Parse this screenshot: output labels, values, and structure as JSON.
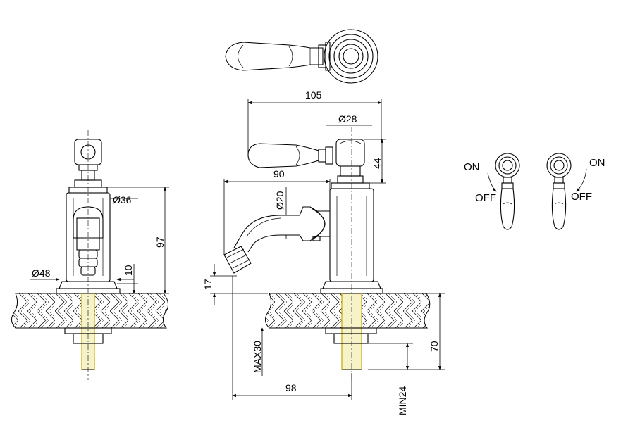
{
  "views": {
    "top": {
      "name": "top-view"
    },
    "front": {
      "name": "front-view",
      "dims": {
        "d36": "Ø36",
        "d48": "Ø48",
        "h97": "97",
        "h10": "10"
      }
    },
    "side": {
      "name": "side-view",
      "dims": {
        "w105": "105",
        "d28": "Ø28",
        "h44": "44",
        "w90": "90",
        "d20": "Ø20",
        "h17": "17",
        "max30": "MAX30",
        "w98": "98",
        "h70": "70",
        "min24": "MIN24"
      }
    },
    "operation": {
      "left": {
        "on": "ON",
        "off": "OFF"
      },
      "right": {
        "on": "ON",
        "off": "OFF"
      }
    }
  },
  "colors": {
    "line": "#000000",
    "shank": "#c9a800",
    "background": "#ffffff"
  }
}
